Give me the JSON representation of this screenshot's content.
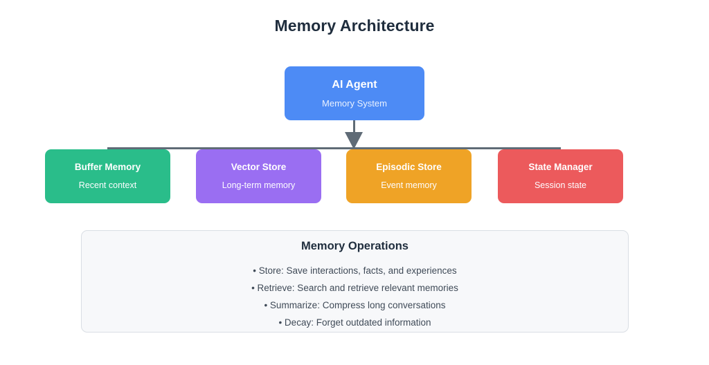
{
  "diagram": {
    "title": "Memory Architecture",
    "root": {
      "title": "AI Agent",
      "subtitle": "Memory System",
      "color": "#4d8bf5"
    },
    "children": [
      {
        "title": "Buffer Memory",
        "subtitle": "Recent context",
        "color": "#2abd8a"
      },
      {
        "title": "Vector Store",
        "subtitle": "Long-term memory",
        "color": "#9a6ef2"
      },
      {
        "title": "Episodic Store",
        "subtitle": "Event memory",
        "color": "#efa326"
      },
      {
        "title": "State Manager",
        "subtitle": "Session state",
        "color": "#ec5a5c"
      }
    ],
    "connector_color": "#5f6b76",
    "operations": {
      "title": "Memory Operations",
      "items": [
        "• Store: Save interactions, facts, and experiences",
        "• Retrieve: Search and retrieve relevant memories",
        "• Summarize: Compress long conversations",
        "• Decay: Forget outdated information"
      ]
    }
  }
}
